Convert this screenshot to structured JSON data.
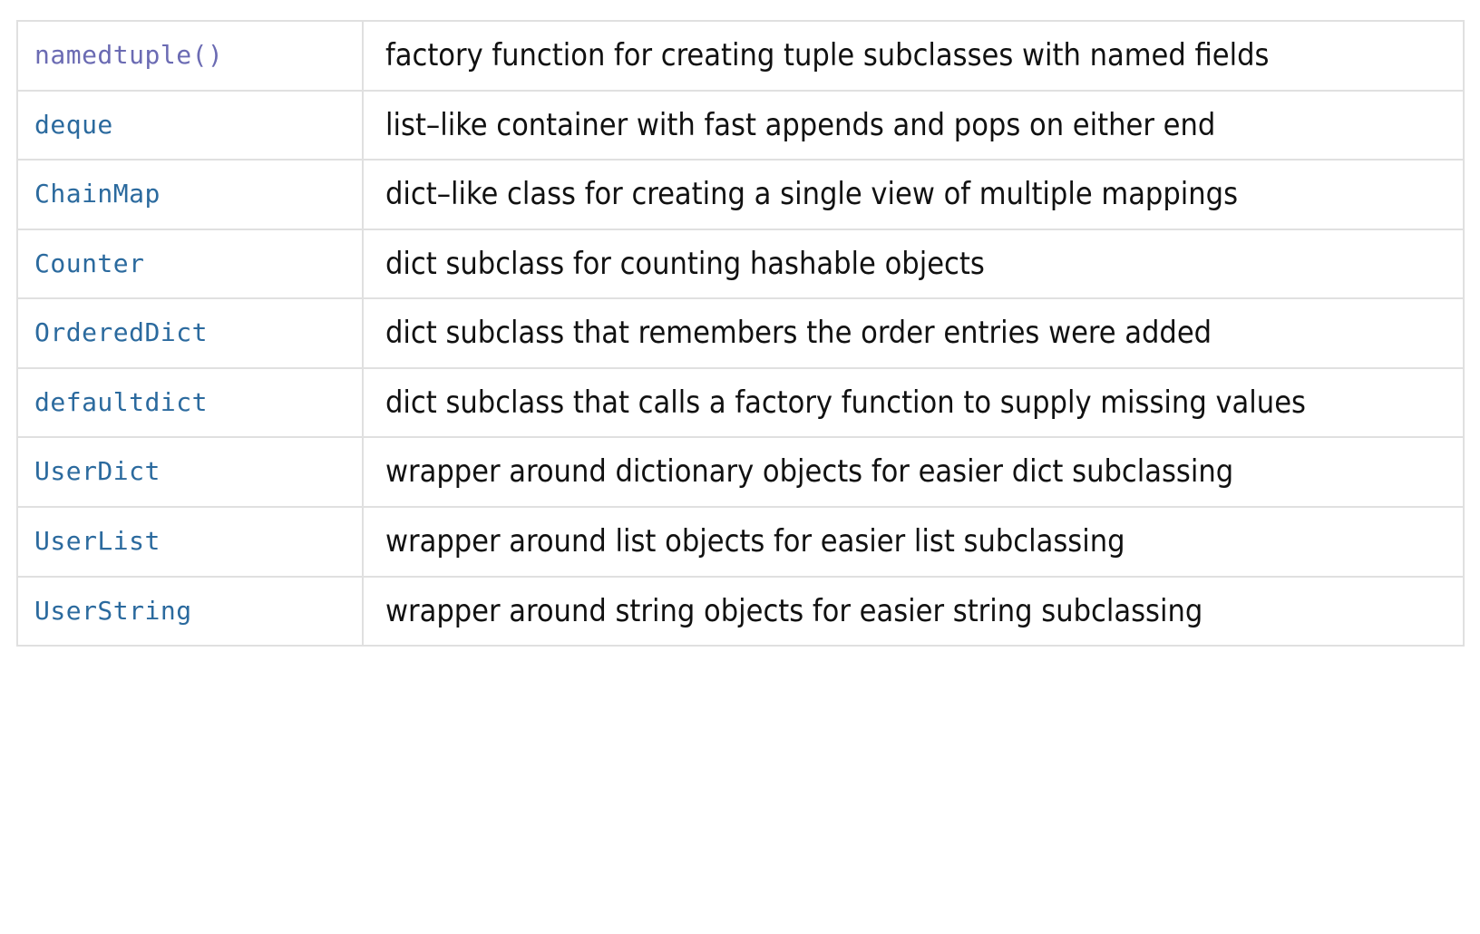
{
  "document": {
    "kind": "api-reference-table",
    "background_color": "#ffffff",
    "border_color": "#e0e0e0"
  },
  "colors": {
    "link": "#2b6a9e",
    "link_visited": "#6b6bb3",
    "text": "#111111",
    "border": "#e0e0e0",
    "background": "#ffffff"
  },
  "table": {
    "columns": [
      {
        "key": "name",
        "header": ""
      },
      {
        "key": "description",
        "header": ""
      }
    ],
    "rows": [
      {
        "name": "namedtuple()",
        "name_state": "visited",
        "description": "factory function for creating tuple subclasses with named fields"
      },
      {
        "name": "deque",
        "name_state": "link",
        "description": "list–like container with fast appends and pops on either end"
      },
      {
        "name": "ChainMap",
        "name_state": "link",
        "description": "dict–like class for creating a single view of multiple mappings"
      },
      {
        "name": "Counter",
        "name_state": "link",
        "description": "dict subclass for counting hashable objects"
      },
      {
        "name": "OrderedDict",
        "name_state": "link",
        "description": "dict subclass that remembers the order entries were added"
      },
      {
        "name": "defaultdict",
        "name_state": "link",
        "description": "dict subclass that calls a factory function to supply missing values"
      },
      {
        "name": "UserDict",
        "name_state": "link",
        "description": "wrapper around dictionary objects for easier dict subclassing"
      },
      {
        "name": "UserList",
        "name_state": "link",
        "description": "wrapper around list objects for easier list subclassing"
      },
      {
        "name": "UserString",
        "name_state": "link",
        "description": "wrapper around string objects for easier string subclassing"
      }
    ]
  }
}
